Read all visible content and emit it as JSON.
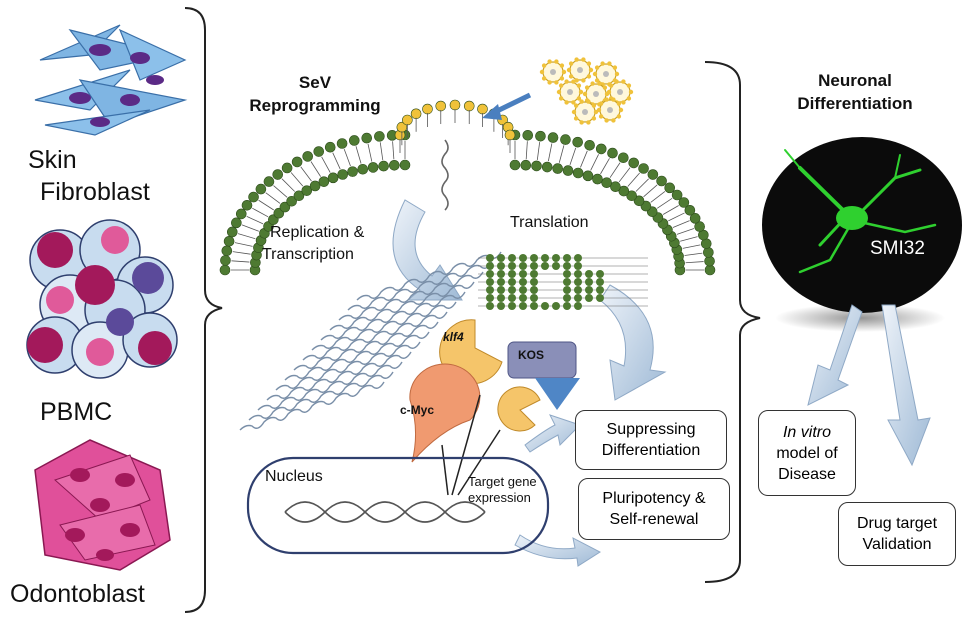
{
  "left": {
    "skin_label_1": "Skin",
    "skin_label_2": "Fibroblast",
    "pbmc_label": "PBMC",
    "odontoblast_label": "Odontoblast"
  },
  "center": {
    "title_line1": "SeV",
    "title_line2": "Reprogramming",
    "replication_line1": "Replication &",
    "replication_line2": "Transcription",
    "translation": "Translation",
    "klf4": "klf4",
    "kos": "KOS",
    "cmyc": "c-Myc",
    "nucleus": "Nucleus",
    "target_line1": "Target gene",
    "target_line2": "expression",
    "box1_line1": "Suppressing",
    "box1_line2": "Differentiation",
    "box2_line1": "Pluripotency &",
    "box2_line2": "Self-renewal"
  },
  "right": {
    "title_line1": "Neuronal",
    "title_line2": "Differentiation",
    "smi": "SMI32",
    "box1_italic": "In vitro",
    "box1_line2": "model of",
    "box1_line3": "Disease",
    "box2_line1": "Drug target",
    "box2_line2": "Validation"
  },
  "colors": {
    "membrane": "#4e7a32",
    "virus_yellow": "#f0c23a",
    "fibroblast": "#6ea8dc",
    "nucleus_purple": "#5b2a86",
    "pbmc_magenta": "#a3195b",
    "odontoblast": "#e0509a",
    "arrow_fill": "#c8d8ea",
    "klf4": "#f5c56a",
    "cmyc": "#f09a70",
    "kos": "#8a8fb8",
    "kos_tri": "#4f86c6",
    "neuron_green": "#2fd02f"
  }
}
